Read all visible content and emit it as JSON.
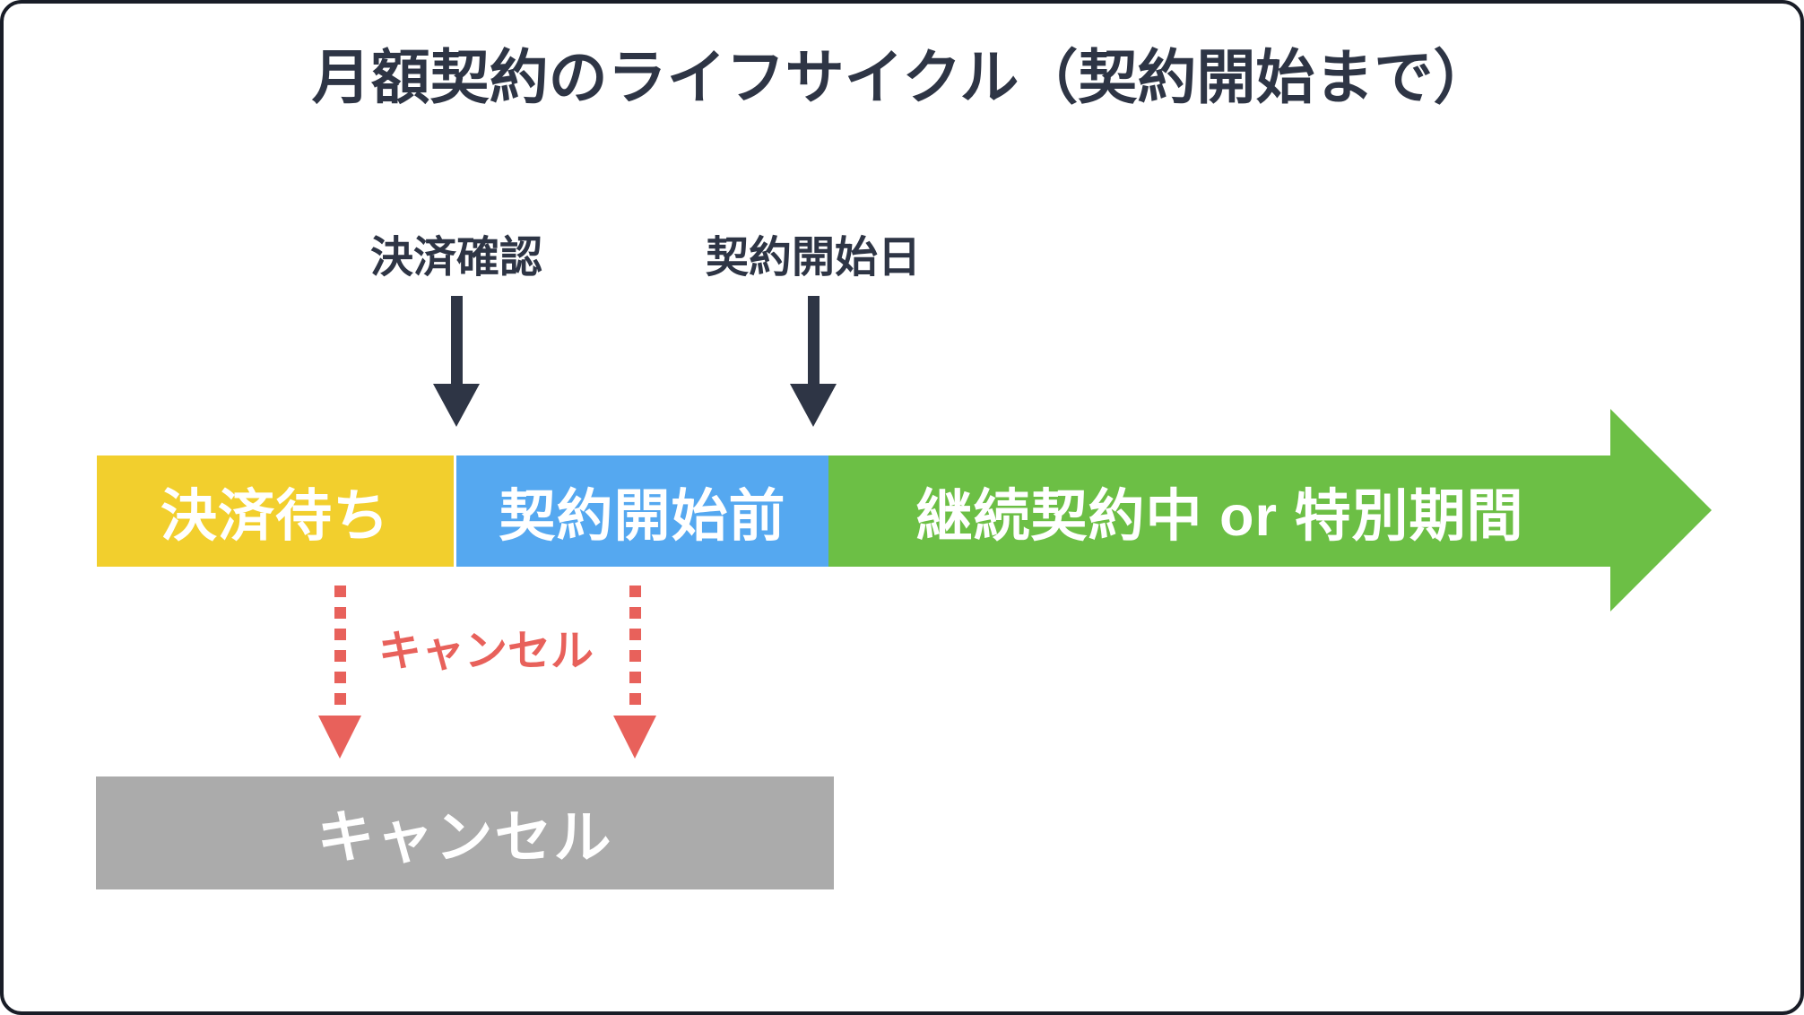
{
  "title": "月額契約のライフサイクル（契約開始まで）",
  "event_markers": [
    {
      "id": "payment-confirmation",
      "label": "決済確認"
    },
    {
      "id": "contract-start-date",
      "label": "契約開始日"
    }
  ],
  "timeline": {
    "direction": "right",
    "segments": [
      {
        "id": "awaiting-payment",
        "label": "決済待ち",
        "color": "#f2cf2d"
      },
      {
        "id": "before-contract-start",
        "label": "契約開始前",
        "color": "#55a8f0"
      },
      {
        "id": "active-or-special",
        "label": "継続契約中 or 特別期間",
        "color": "#6cbf45"
      }
    ]
  },
  "cancel": {
    "arrow_label": "キャンセル",
    "state_label": "キャンセル",
    "arrow_color": "#e8615b",
    "state_color": "#ababab"
  },
  "colors": {
    "ink": "#2e3545",
    "background": "#ffffff",
    "frame_border": "#191d27"
  }
}
